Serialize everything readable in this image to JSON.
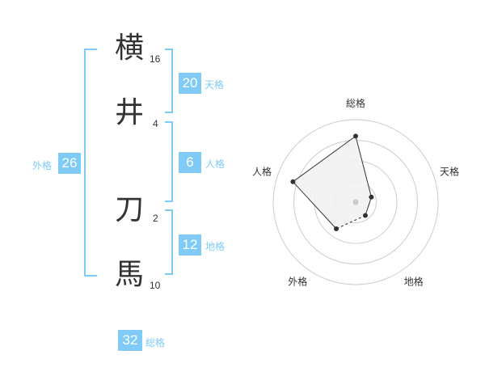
{
  "name": {
    "characters": [
      {
        "char": "横",
        "strokes": "16"
      },
      {
        "char": "井",
        "strokes": "4"
      },
      {
        "char": "刀",
        "strokes": "2"
      },
      {
        "char": "馬",
        "strokes": "10"
      }
    ]
  },
  "fortunes": {
    "tenkaku": {
      "label": "天格",
      "value": "20"
    },
    "jinkaku": {
      "label": "人格",
      "value": "6"
    },
    "chikaku": {
      "label": "地格",
      "value": "12"
    },
    "gaikaku": {
      "label": "外格",
      "value": "26"
    },
    "soukaku": {
      "label": "総格",
      "value": "32"
    }
  },
  "radar": {
    "axes": [
      "総格",
      "天格",
      "地格",
      "外格",
      "人格"
    ],
    "values": [
      4,
      1,
      1,
      2,
      4
    ],
    "max": 5,
    "rings": 4,
    "colors": {
      "ring": "#cccccc",
      "fill": "#f2f2f2",
      "line": "#333333",
      "point": "#333333",
      "center": "#cccccc"
    }
  }
}
